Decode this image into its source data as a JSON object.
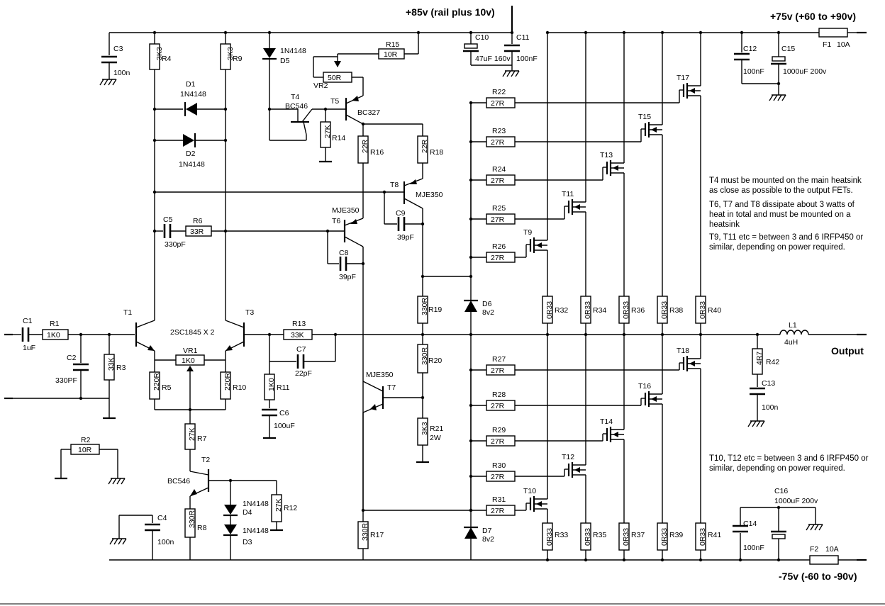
{
  "rails": {
    "top_supply": "+85v (rail plus 10v)",
    "pos_rail": "+75v (+60 to +90v)",
    "neg_rail": "-75v (-60 to -90v)",
    "output": "Output"
  },
  "notes": [
    "T4 must be mounted on the main heatsink",
    "as close as possible to the output FETs.",
    "T6, T7 and T8 dissipate about 3 watts of",
    "heat in total and must be mounted on a",
    "heatsink",
    "T9, T11 etc = between 3 and 6 IRFP450 or",
    "similar, depending on power required.",
    "T10, T12 etc = between 3 and 6 IRFP450 or",
    "similar, depending on power required."
  ],
  "labels": {
    "C3": "C3",
    "C3v": "100n",
    "R4": "R4",
    "R4v": "3K3",
    "R9": "R9",
    "R9v": "3K3",
    "D1": "D1",
    "D1v": "1N4148",
    "D2": "D2",
    "D2v": "1N4148",
    "D5": "D5",
    "D5v": "1N4148",
    "R15": "R15",
    "R15v": "10R",
    "VR2": "VR2",
    "VR2v": "50R",
    "T4": "T4",
    "T4v": "BC546",
    "T5": "T5",
    "T5v": "BC327",
    "R14": "R14",
    "R14v": "27K",
    "R16": "R16",
    "R16v": "22R",
    "R18": "R18",
    "R18v": "22R",
    "T8": "T8",
    "T8v": "MJE350",
    "T6": "T6",
    "T6v": "MJE350",
    "T7": "T7",
    "T7v": "MJE350",
    "C5": "C5",
    "C5v": "330pF",
    "R6": "R6",
    "R6v": "33R",
    "C8": "C8",
    "C8v": "39pF",
    "C9": "C9",
    "C9v": "39pF",
    "C10": "C10",
    "C10v": "47uF 160v",
    "C11": "C11",
    "C11v": "100nF",
    "C12": "C12",
    "C12v": "100nF",
    "C15": "C15",
    "C15v": "1000uF 200v",
    "F1": "F1",
    "F1v": "10A",
    "F2": "F2",
    "F2v": "10A",
    "C16": "C16",
    "C16v": "1000uF 200v",
    "C14": "C14",
    "C14v": "100nF",
    "C1": "C1",
    "C1v": "1uF",
    "R1": "R1",
    "R1v": "1K0",
    "C2": "C2",
    "C2v": "330PF",
    "R3": "R3",
    "R3v": "33K",
    "T1": "T1",
    "T3": "T3",
    "Tpair": "2SC1845 X 2",
    "VR1": "VR1",
    "VR1v": "1K0",
    "R5": "R5",
    "R5v": "220R",
    "R10": "R10",
    "R10v": "220R",
    "R13": "R13",
    "R13v": "33K",
    "C7": "C7",
    "C7v": "22pF",
    "R11": "R11",
    "R11v": "1K0",
    "C6": "C6",
    "C6v": "100uF",
    "R7": "R7",
    "R7v": "27K",
    "T2": "T2",
    "T2v": "BC546",
    "R8": "R8",
    "R8v": "330R",
    "C4": "C4",
    "C4v": "100n",
    "D4": "D4",
    "D4v": "1N4148",
    "D3": "D3",
    "D3v": "1N4148",
    "R12": "R12",
    "R12v": "27K",
    "R2": "R2",
    "R2v": "10R",
    "R17": "R17",
    "R17v": "330R",
    "R19": "R19",
    "R19v": "330R",
    "R20": "R20",
    "R20v": "330R",
    "R21": "R21",
    "R21v": "3K3",
    "R21w": "2W",
    "D6": "D6",
    "D6v": "8v2",
    "D7": "D7",
    "D7v": "8v2",
    "L1": "L1",
    "L1v": "4uH",
    "R42": "R42",
    "R42v": "4R7",
    "C13": "C13",
    "C13v": "100n",
    "R0R33": "0R33",
    "R27R": "27R"
  },
  "top_gate_resistors": [
    "R22",
    "R23",
    "R24",
    "R25",
    "R26"
  ],
  "top_fets": [
    "T17",
    "T15",
    "T13",
    "T11",
    "T9"
  ],
  "top_source_resistors": [
    "R32",
    "R34",
    "R36",
    "R38",
    "R40"
  ],
  "bot_gate_resistors": [
    "R27",
    "R28",
    "R29",
    "R30",
    "R31"
  ],
  "bot_fets": [
    "T18",
    "T16",
    "T14",
    "T12",
    "T10"
  ],
  "bot_source_resistors": [
    "R33",
    "R35",
    "R37",
    "R39",
    "R41"
  ]
}
